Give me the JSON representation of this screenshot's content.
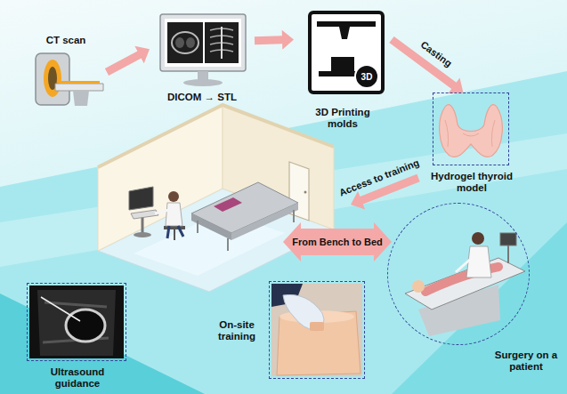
{
  "diagram": {
    "nodes": [
      {
        "text": [
          "CT scan"
        ]
      },
      {
        "text": [
          "DICOM → STL"
        ]
      },
      {
        "text": [
          "3D Printing molds"
        ]
      },
      {
        "text": [
          "Hydrogel thyroid model"
        ]
      },
      {
        "text": [
          "Surgery on a patient"
        ]
      },
      {
        "text": [
          "Ultrasound guidance"
        ]
      },
      {
        "text": [
          "On-site training"
        ]
      }
    ],
    "edges": [
      {
        "from": 0,
        "to": 1,
        "arrow": "to"
      },
      {
        "from": 1,
        "to": 2,
        "arrow": "to"
      },
      {
        "from": 2,
        "to": 3,
        "label": "Casting",
        "arrow": "to"
      }
    ],
    "labels": [
      "3D",
      "Access to training",
      "From Bench to Bed"
    ]
  }
}
